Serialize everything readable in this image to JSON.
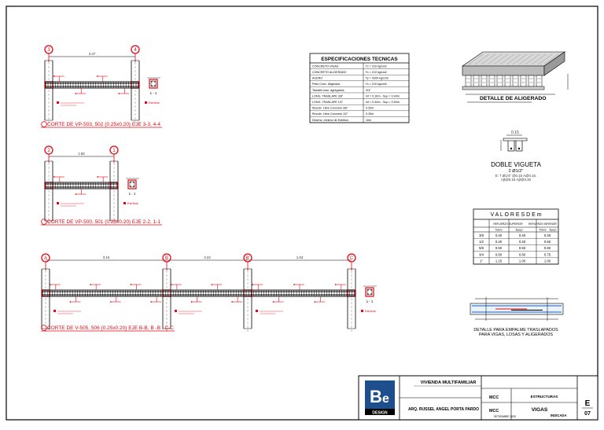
{
  "drawing": {
    "beams": [
      {
        "key": "a",
        "caption": "CORTE DE VP-503, 502 (0.25x0.20) EJE 3-3, 4-4",
        "axes": [
          "3",
          "4"
        ],
        "span_label": "3.37",
        "section_label": "1 - 1",
        "note": "Estribos"
      },
      {
        "key": "b",
        "caption": "CORTE DE VP-500, 501 (0.25x0.20) EJE 2-2, 1-1",
        "axes": [
          "2",
          "1"
        ],
        "span_label": "1.80",
        "section_label": "1 - 1",
        "note": "Estribos"
      },
      {
        "key": "c",
        "caption": "CORTE DE V-505, 506 (0.25x0.20) EJE B-B, B -B , C-C",
        "axes": [
          "A",
          "B",
          "B'",
          "C"
        ],
        "span_labels": [
          "3.16",
          "3.22",
          "1.63"
        ],
        "section_label": "1 - 1",
        "note": "Estribos"
      }
    ],
    "specs": {
      "title": "ESPECIFICACIONES TECNICAS",
      "rows": [
        [
          "CONCRETO VIGAS",
          "f'c = 210 kg/cm2"
        ],
        [
          "CONCRETO ALIGERADO",
          "f'c = 210 kg/cm2"
        ],
        [
          "ACERO",
          "f'y = 4200 kg/cm2"
        ],
        [
          "Peso Conc. Aligerado",
          "f'c = 210 kg/cm2"
        ],
        [
          "Tamaño max. agregados",
          "3/4\""
        ],
        [
          "LONG. TRASLAPE 3/8\"",
          "Inf = 0.30m - Sup = 0.40m"
        ],
        [
          "LONG. TRASLAPE 1/2\"",
          "Inf = 0.40m - Sup = 0.50m"
        ],
        [
          "Recubr. Libre Concreto 3/8\"",
          "0.20m"
        ],
        [
          "Recubr. Libre Concreto 1/2\"",
          "0.25m"
        ],
        [
          "Desenc. minimo de Estribos",
          "10m"
        ]
      ]
    },
    "aligerado": {
      "title": "DETALLE DE ALIGERADO"
    },
    "doble_vigueta": {
      "dim_top": "0.15",
      "title": "DOBLE VIGUETA",
      "bars": "2 Ø1/2\"",
      "notes": [
        "E: 7 Ø1/4\" @0.15 A@0.10,",
        "Aβ@0.15 Aβ@0.30"
      ]
    },
    "valores_m": {
      "title": "V A L O R E S   D E   m",
      "headers": [
        "",
        "REFUERZO SUPERIOR",
        "REFUERZO INFERIOR"
      ],
      "subheaders": [
        "",
        "Tramo",
        "Apoyo",
        "Tramo",
        "Apoyo"
      ],
      "rows": [
        [
          "3/8",
          "0.40",
          "0.40",
          "0.40"
        ],
        [
          "1/2",
          "0.40",
          "0.40",
          "0.50"
        ],
        [
          "5/8",
          "0.50",
          "0.50",
          "0.60"
        ],
        [
          "3/4",
          "0.60",
          "0.60",
          "0.75"
        ],
        [
          "1\"",
          "1.15",
          "1.00",
          "1.00"
        ]
      ]
    },
    "empalme": {
      "caption_line1": "DETALLE PARA EMPALME TRASLAPADOS",
      "caption_line2": "PARA VIGAS, LOSAS Y ALIGERADOS"
    },
    "title_block": {
      "logo_big": "B",
      "logo_small": "e",
      "logo_brand": "DESIGN",
      "project": "VIVIENDA MULTIFAMILIAR",
      "architect": "ARQ. RUSSEL ANGEL PORTA PARDO",
      "drawn": "MCC",
      "checked": "MCC",
      "date": "SETIEMBRE 2020",
      "specialty": "ESTRUCTURAS",
      "plan": "VIGAS",
      "scale": "INDICADA",
      "sheet_letter": "E",
      "sheet_number": "07"
    },
    "colors": {
      "red": "#e30613",
      "black": "#000000",
      "brand_blue": "#1f4e8c"
    }
  }
}
